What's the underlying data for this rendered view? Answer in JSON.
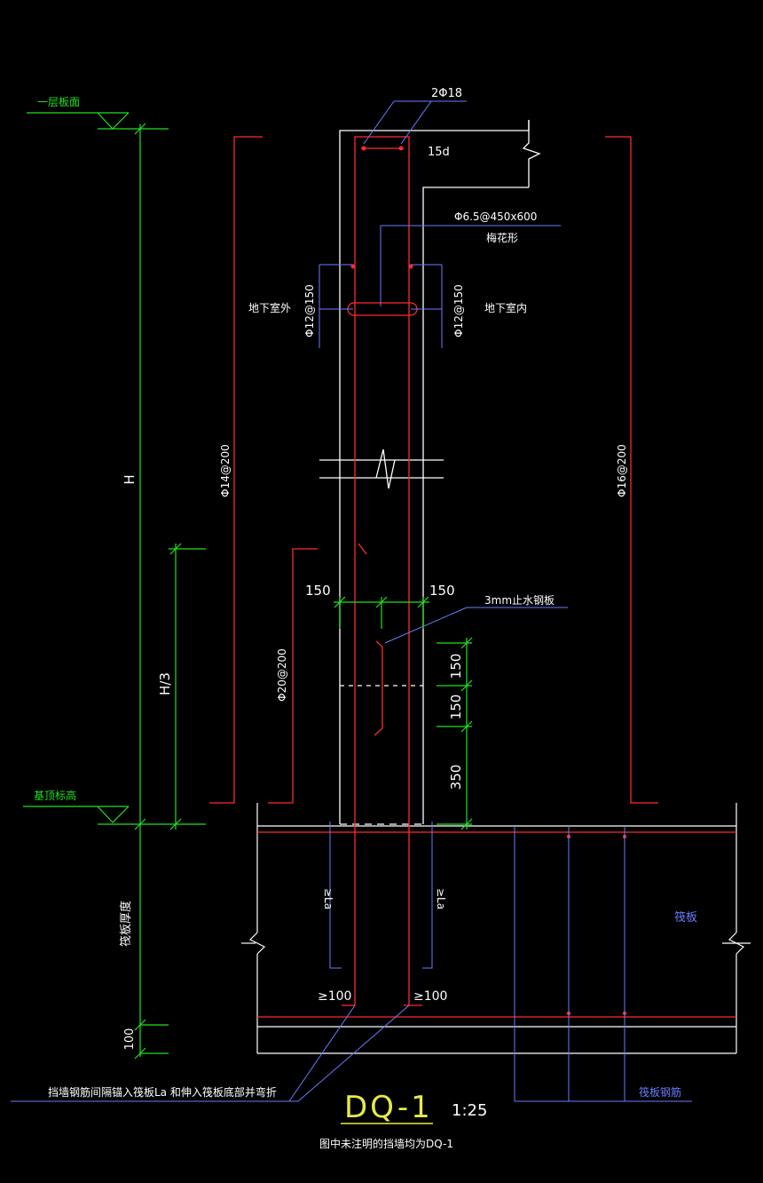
{
  "colors": {
    "background": "#000000",
    "wall": "#ffffff",
    "rebar": "#ff2a2a",
    "dimension": "#22e022",
    "leader": "#6a7cff",
    "title": "#e8e84a"
  },
  "levels": {
    "top_level": "一层板面",
    "foundation_top": "基顶标高"
  },
  "dims": {
    "wall_height": "H",
    "lap_height": "H/3",
    "raft_thickness": "筏板厚度",
    "bottom_cover": "100",
    "offset_left": "150",
    "offset_right": "150",
    "stop_upper": "150",
    "stop_lower": "150",
    "stop_base": "350"
  },
  "rebar": {
    "top_bars": "2Φ18",
    "hook": "15d",
    "tie_spec": "Φ6.5@450x600",
    "tie_pattern": "梅花形",
    "horiz_out": "Φ12@150",
    "horiz_in": "Φ12@150",
    "vert_out": "Φ14@200",
    "vert_in": "Φ16@200",
    "dowel": "Φ20@200",
    "waterstop": "3mm止水钢板",
    "anchor_left": "≥La",
    "anchor_right": "≥La",
    "ext_left": "≥100",
    "ext_right": "≥100",
    "raft_rebar": "筏板钢筋"
  },
  "labels": {
    "outside": "地下室外",
    "inside": "地下室内",
    "raft": "筏板",
    "anchor_note": "挡墙钢筋间隔锚入筏板La 和伸入筏板底部并弯折"
  },
  "title": {
    "name": "DQ-1",
    "scale": "1:25",
    "note": "图中未注明的挡墙均为DQ-1"
  }
}
